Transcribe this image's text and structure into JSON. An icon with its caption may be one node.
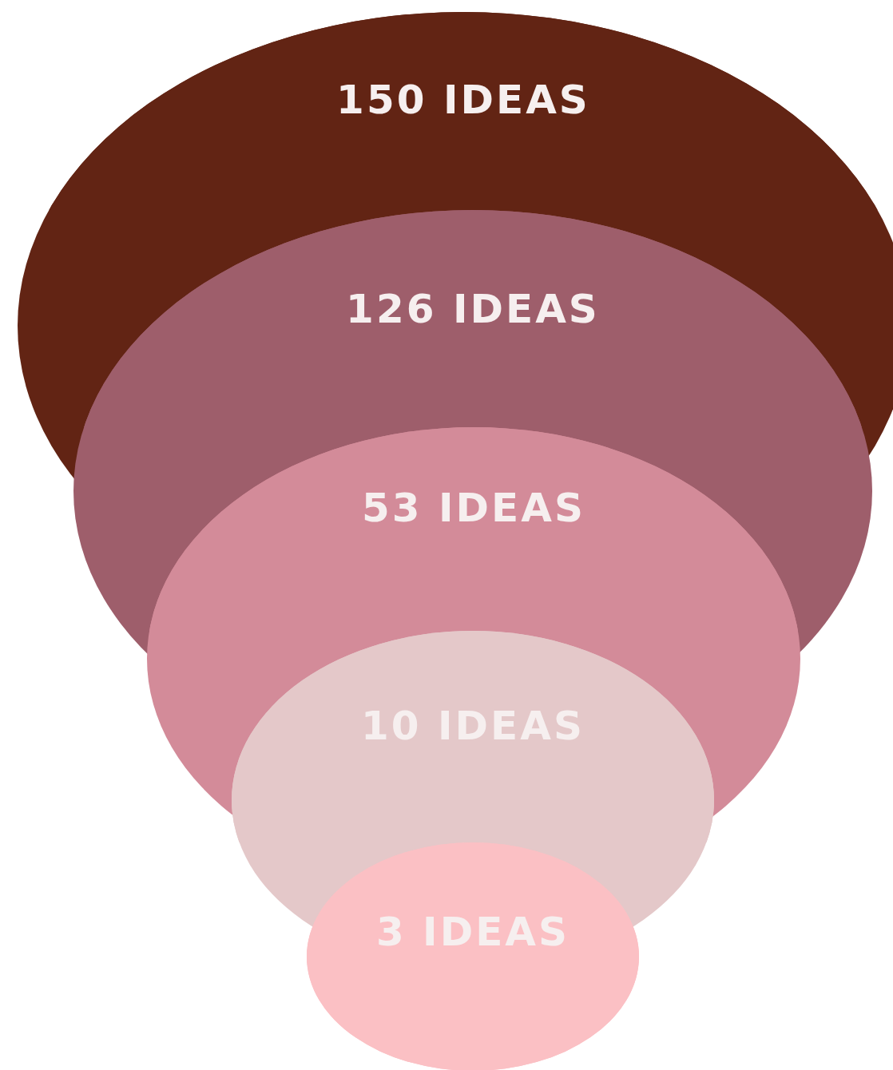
{
  "diagram": {
    "nodes": [
      {
        "text": [
          "150 IDEAS"
        ]
      },
      {
        "text": [
          "126 IDEAS"
        ]
      },
      {
        "text": [
          "53 IDEAS"
        ]
      },
      {
        "text": [
          "10 IDEAS"
        ]
      },
      {
        "text": [
          "3 IDEAS"
        ]
      }
    ]
  }
}
